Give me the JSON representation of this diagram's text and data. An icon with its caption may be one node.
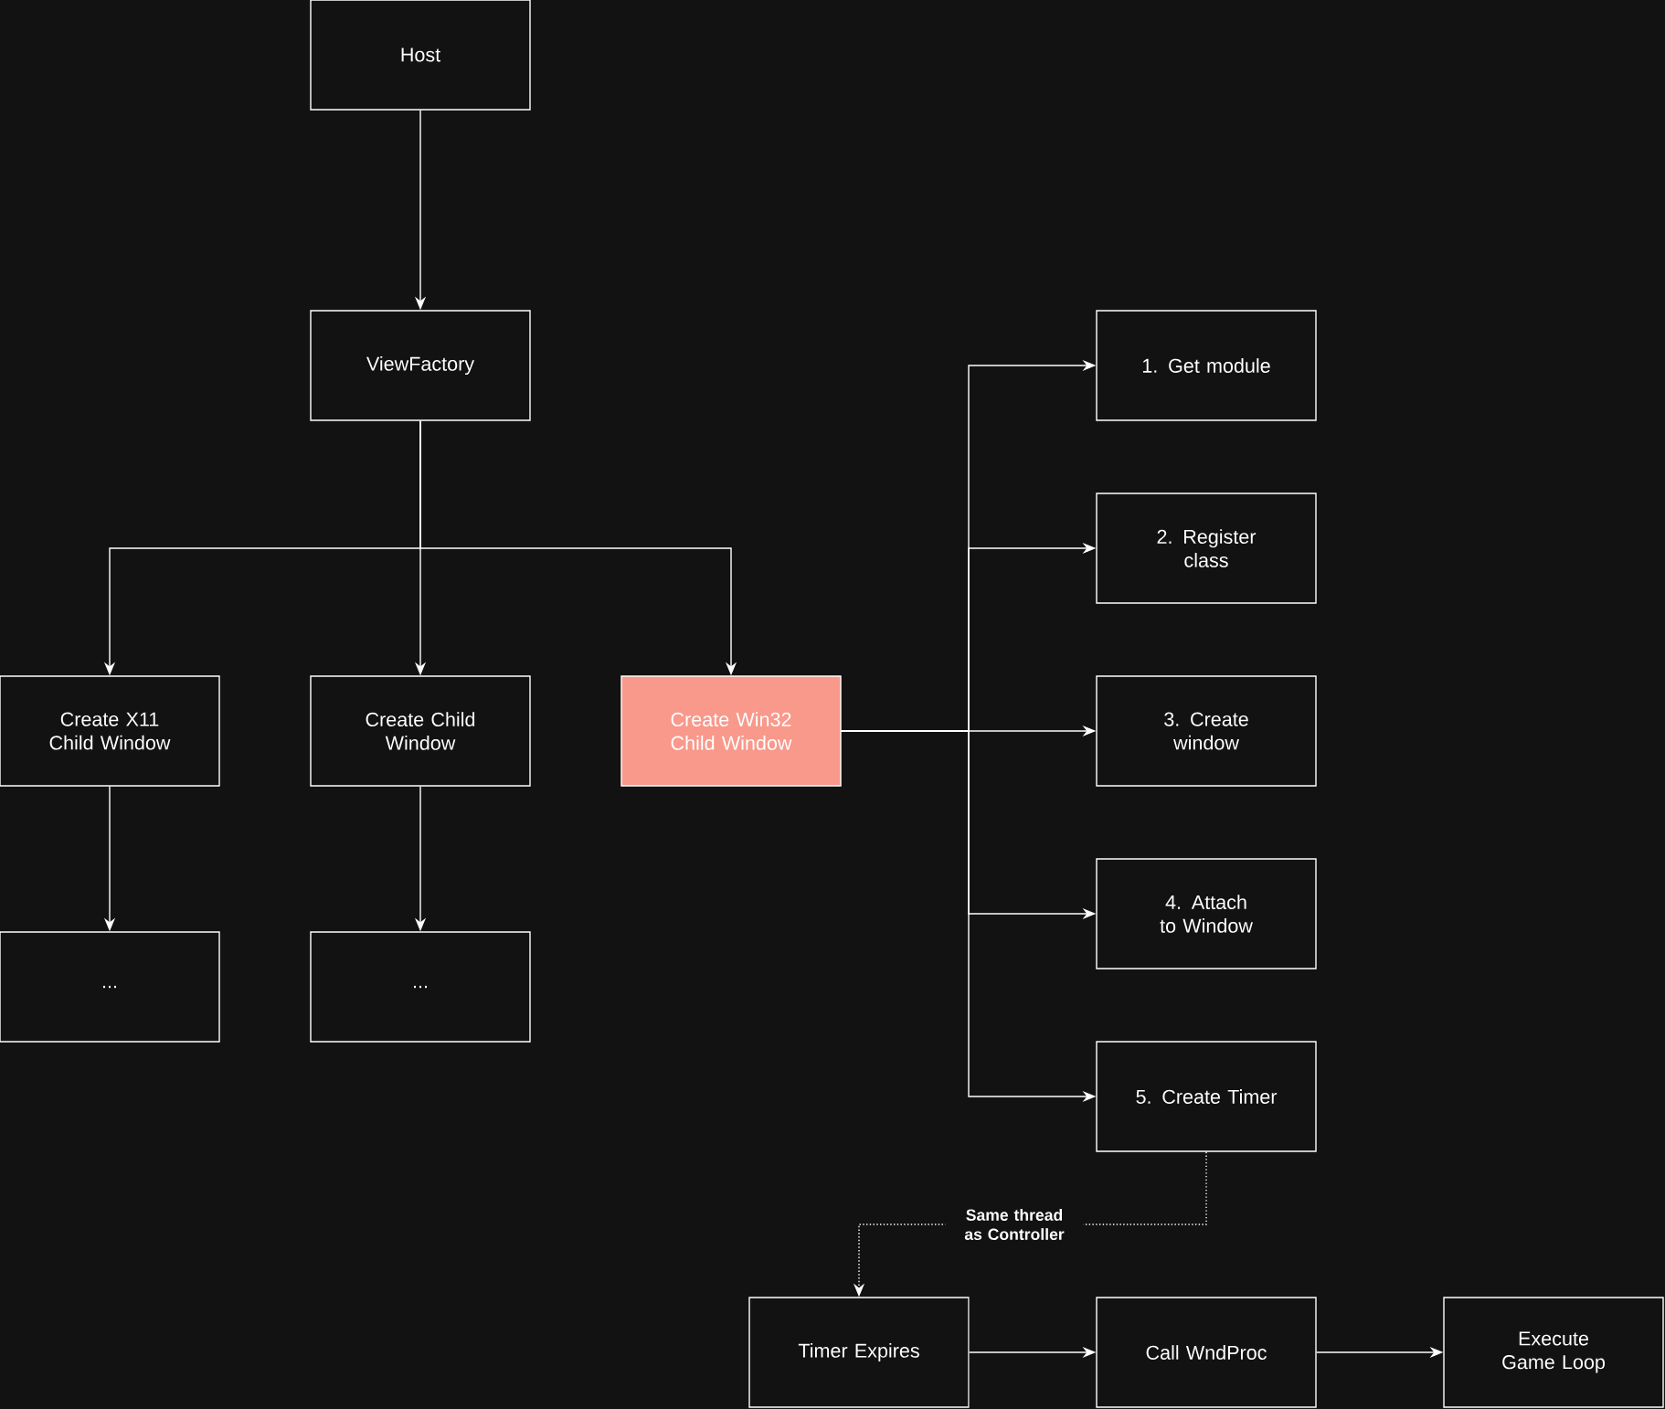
{
  "diagram": {
    "nodes": [
      {
        "text": [
          "Host"
        ]
      },
      {
        "text": [
          "ViewFactory"
        ]
      },
      {
        "text": [
          "Create X11 Child Window"
        ]
      },
      {
        "text": [
          "Create Child Window"
        ]
      },
      {
        "text": [
          "Create Win32 Child Window"
        ]
      },
      {
        "text": [
          "..."
        ]
      },
      {
        "text": [
          "..."
        ]
      },
      {
        "text": [
          "1. Get module"
        ]
      },
      {
        "text": [
          "2. Register class"
        ]
      },
      {
        "text": [
          "3. Create window"
        ]
      },
      {
        "text": [
          "4. Attach to Window"
        ]
      },
      {
        "text": [
          "5. Create Timer"
        ]
      },
      {
        "text": [
          "Timer Expires"
        ]
      },
      {
        "text": [
          "Call WndProc"
        ]
      },
      {
        "text": [
          "Execute Game Loop"
        ]
      }
    ],
    "edges": [
      {
        "from": 0,
        "to": 1,
        "arrow": "to"
      },
      {
        "from": 1,
        "to": 2,
        "arrow": "to"
      },
      {
        "from": 1,
        "to": 3,
        "arrow": "to"
      },
      {
        "from": 1,
        "to": 4,
        "arrow": "to"
      },
      {
        "from": 2,
        "to": 5,
        "arrow": "to"
      },
      {
        "from": 3,
        "to": 6,
        "arrow": "to"
      },
      {
        "from": 4,
        "to": 7,
        "arrow": "to"
      },
      {
        "from": 4,
        "to": 8,
        "arrow": "to"
      },
      {
        "from": 4,
        "to": 9,
        "arrow": "to"
      },
      {
        "from": 4,
        "to": 10,
        "arrow": "to"
      },
      {
        "from": 4,
        "to": 11,
        "arrow": "to"
      },
      {
        "from": 11,
        "to": 12,
        "arrow": "to",
        "style": "dashed",
        "label": "Same thread as Controller"
      },
      {
        "from": 12,
        "to": 13,
        "arrow": "to"
      },
      {
        "from": 13,
        "to": 14,
        "arrow": "to"
      }
    ]
  }
}
